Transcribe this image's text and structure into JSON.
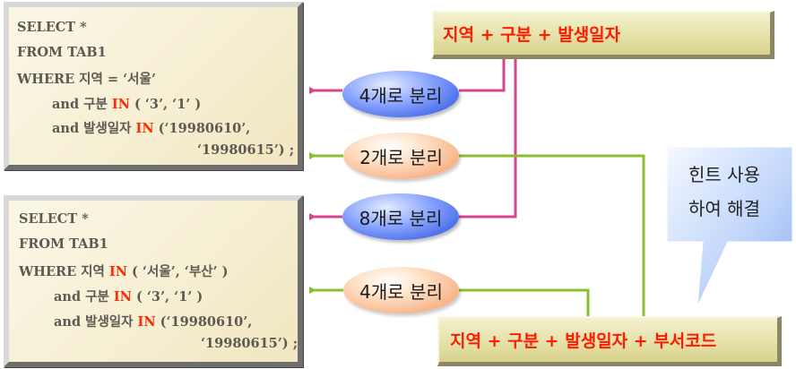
{
  "sql_query_1": {
    "line1": "SELECT *",
    "line2": "FROM TAB1",
    "line3": "WHERE 지역 = ‘서울’",
    "line4_pre": "and 구분 ",
    "line4_in": "IN",
    "line4_post": " ( ‘3’, ‘1’ )",
    "line5_pre": "and 발생일자 ",
    "line5_in": "IN",
    "line5_post": " (‘19980610’,",
    "line6": "‘19980615’) ;"
  },
  "sql_query_2": {
    "line1": "SELECT *",
    "line2": "FROM TAB1",
    "line3_pre": "WHERE 지역 ",
    "line3_in": "IN",
    "line3_post": " ( ‘서울’, ‘부산’ )",
    "line4_pre": "and 구분 ",
    "line4_in": "IN",
    "line4_post": " ( ‘3’, ‘1’ )",
    "line5_pre": "and 발생일자 ",
    "line5_in": "IN",
    "line5_post": " (‘19980610’,",
    "line6": "‘19980615’) ;"
  },
  "index_top": {
    "label": "지역 + 구분 + 발생일자"
  },
  "index_bottom": {
    "label": "지역 + 구분 + 발생일자 + 부서코드"
  },
  "ovals": {
    "oval1": "4개로 분리",
    "oval2": "2개로 분리",
    "oval3": "8개로 분리",
    "oval4": "4개로 분리"
  },
  "hint_callout": {
    "text": "힌트 사용\n하여 해결"
  },
  "colors": {
    "pink_connector": "#d6468a",
    "green_connector": "#8cbf2e",
    "sql_in_keyword": "#ff2a00",
    "index_text": "#ff1a00",
    "blue_oval": "#3e63e8",
    "orange_oval": "#f7b488"
  }
}
